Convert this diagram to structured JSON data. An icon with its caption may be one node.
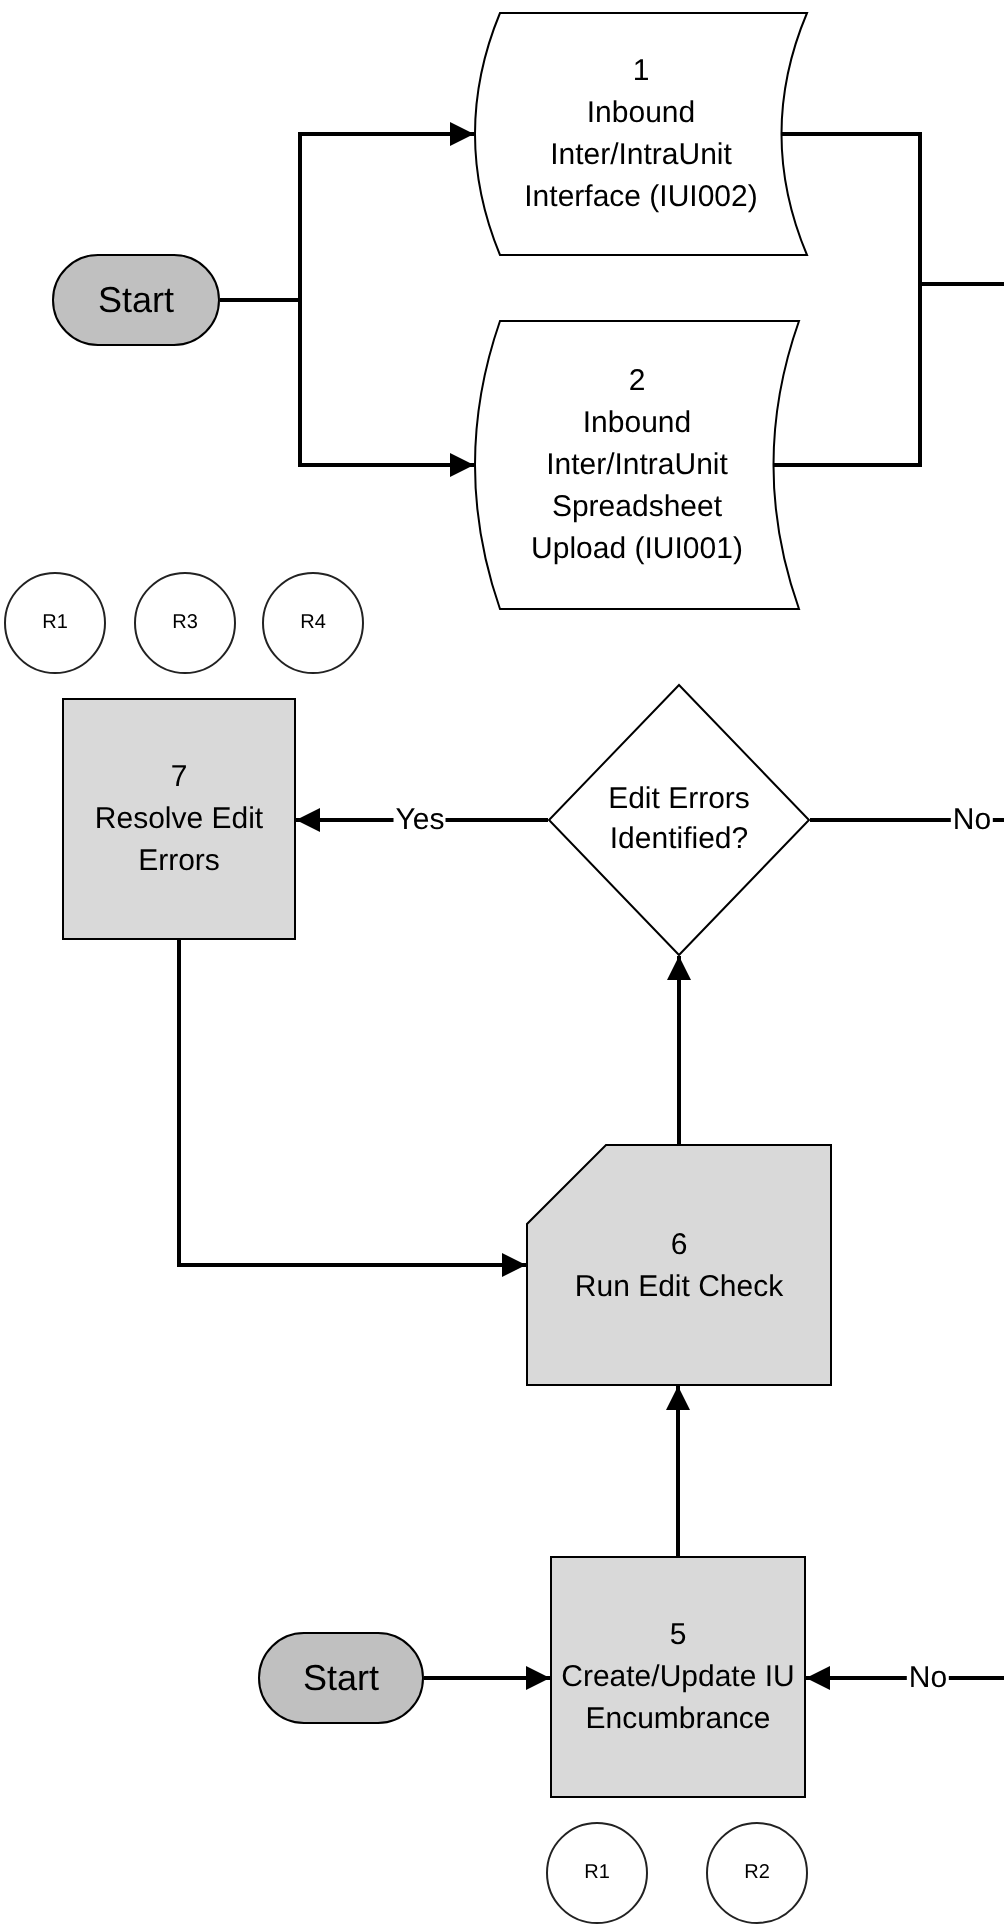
{
  "diagram": {
    "nodes": [
      {
        "text": [
          "Start"
        ]
      },
      {
        "text": [
          "1",
          "Inbound Inter/IntraUnit Interface (IUI002)"
        ]
      },
      {
        "text": [
          "2",
          "Inbound Inter/IntraUnit Spreadsheet Upload (IUI001)"
        ]
      },
      {
        "text": [
          "R1"
        ]
      },
      {
        "text": [
          "R3"
        ]
      },
      {
        "text": [
          "R4"
        ]
      },
      {
        "text": [
          "7",
          "Resolve Edit Errors"
        ]
      },
      {
        "text": [
          "Edit Errors Identified?"
        ]
      },
      {
        "text": [
          "6",
          "Run Edit Check"
        ]
      },
      {
        "text": [
          "Start"
        ]
      },
      {
        "text": [
          "5",
          "Create/Update IU Encumbrance"
        ]
      },
      {
        "text": [
          "R1"
        ]
      },
      {
        "text": [
          "R2"
        ]
      }
    ],
    "edges": [
      {
        "from": 0,
        "to": 1,
        "arrow": "to"
      },
      {
        "from": 0,
        "to": 2,
        "arrow": "to"
      },
      {
        "from": 1,
        "to": null,
        "arrow": "none"
      },
      {
        "from": 2,
        "to": null,
        "arrow": "none"
      },
      {
        "from": 7,
        "to": 6,
        "arrow": "to",
        "label": "Yes"
      },
      {
        "from": 7,
        "to": null,
        "arrow": "none",
        "label": "No"
      },
      {
        "from": 6,
        "to": 8,
        "arrow": "to"
      },
      {
        "from": 8,
        "to": 7,
        "arrow": "to"
      },
      {
        "from": 10,
        "to": 8,
        "arrow": "to"
      },
      {
        "from": 9,
        "to": 10,
        "arrow": "to"
      },
      {
        "from": null,
        "to": 10,
        "arrow": "to",
        "label": "No"
      }
    ]
  }
}
